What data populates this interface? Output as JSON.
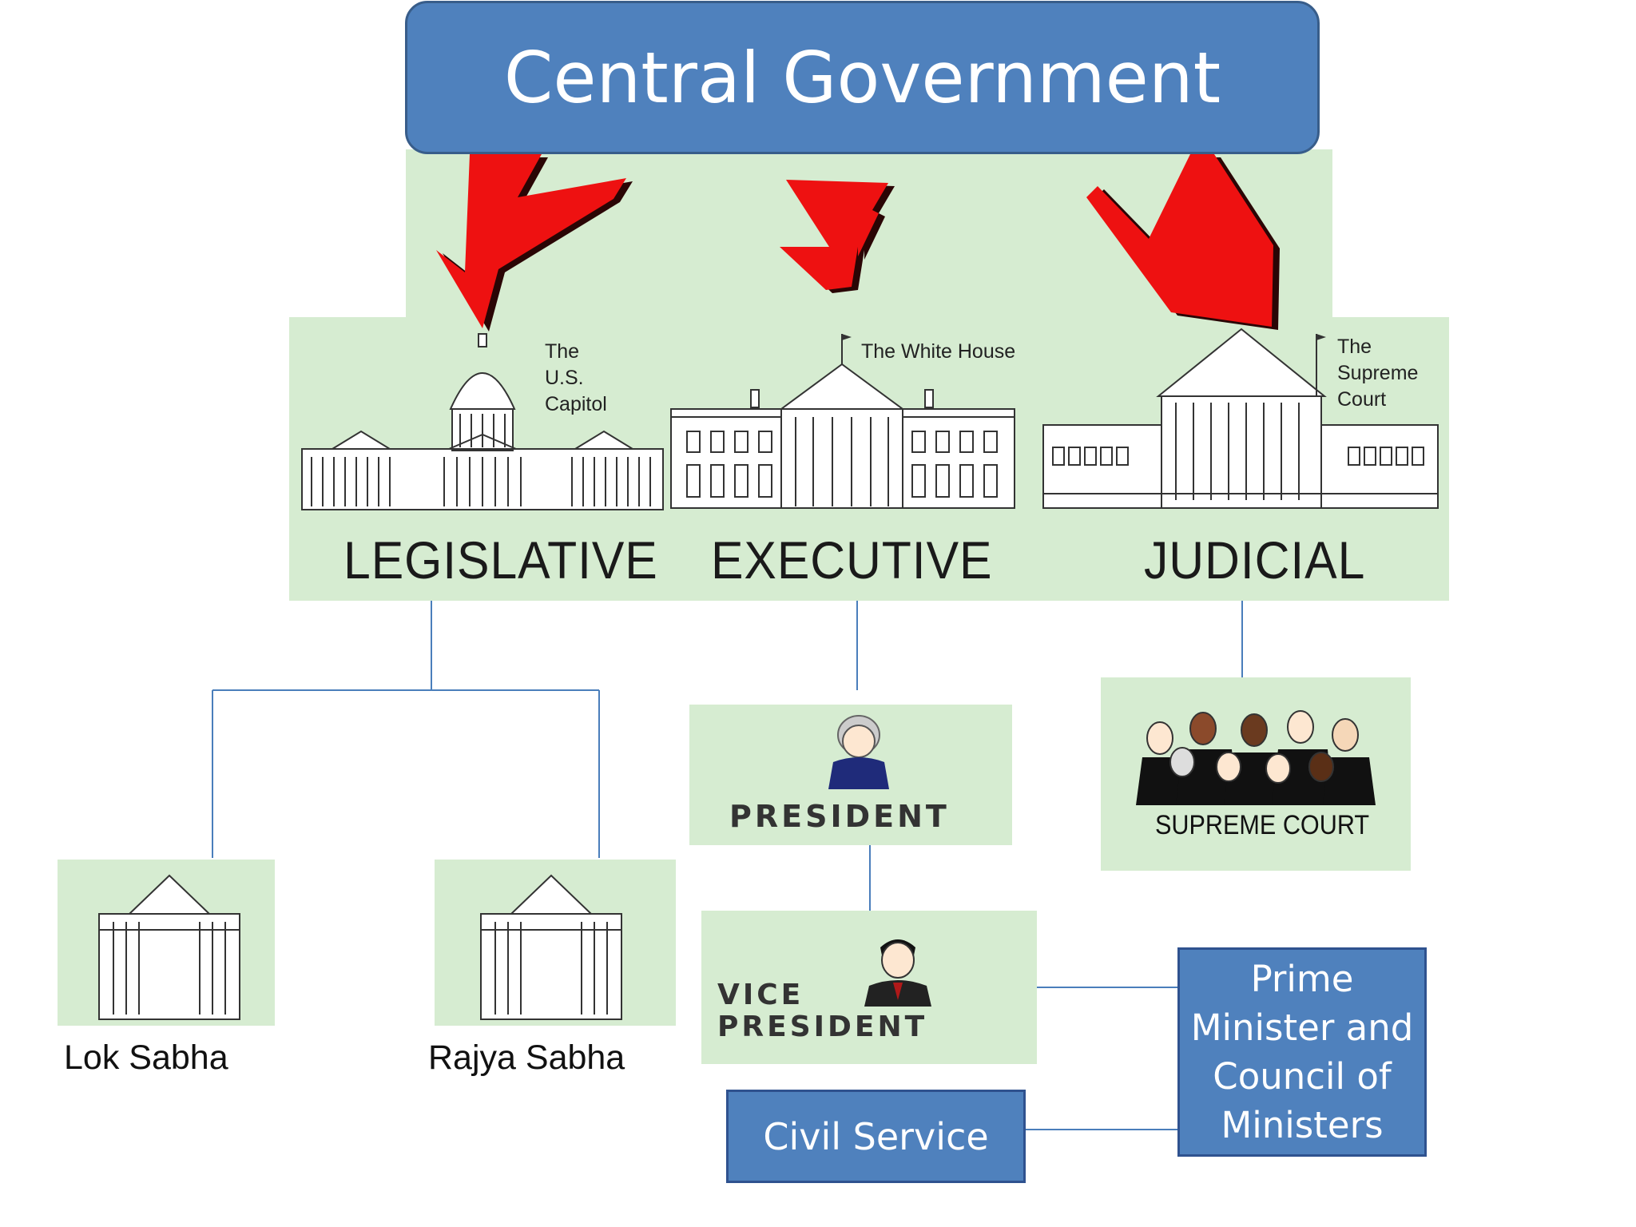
{
  "title": "Central Government",
  "branches": {
    "legislative": {
      "label": "LEGISLATIVE",
      "caption": [
        "The",
        "U.S.",
        "Capitol"
      ]
    },
    "executive": {
      "label": "EXECUTIVE",
      "caption": [
        "The White House"
      ]
    },
    "judicial": {
      "label": "JUDICIAL",
      "caption": [
        "The",
        "Supreme",
        "Court"
      ]
    }
  },
  "houses": {
    "lok_sabha": "Lok Sabha",
    "rajya_sabha": "Rajya Sabha"
  },
  "executive_chain": {
    "president": "PRESIDENT",
    "vice_president": [
      "VICE",
      "PRESIDENT"
    ],
    "prime_minister": [
      "Prime",
      "Minister and",
      "Council of",
      "Ministers"
    ],
    "civil_service": "Civil Service"
  },
  "judiciary": {
    "supreme_court": "SUPREME COURT"
  },
  "colors": {
    "box_blue": "#4f81bd",
    "panel_green": "#d6ecd1",
    "arrow_red": "#ee1111",
    "connector": "#4a7ebb"
  }
}
